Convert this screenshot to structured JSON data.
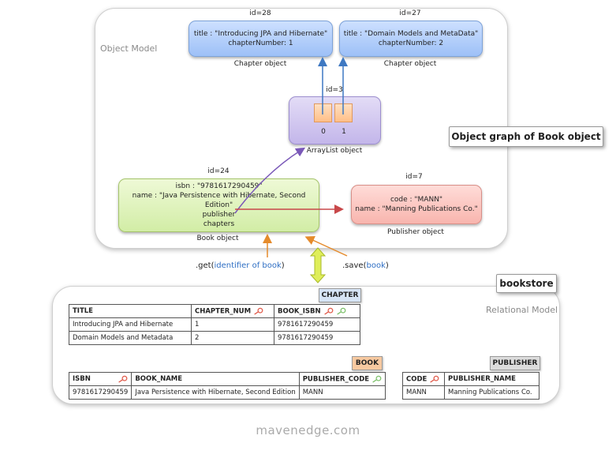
{
  "object_model": {
    "label": "Object Model",
    "chapter1": {
      "id": "id=28",
      "line1": "title : \"Introducing JPA and Hibernate\"",
      "line2": "chapterNumber: 1",
      "caption": "Chapter object"
    },
    "chapter2": {
      "id": "id=27",
      "line1": "title : \"Domain Models and MetaData\"",
      "line2": "chapterNumber: 2",
      "caption": "Chapter object"
    },
    "arraylist": {
      "id": "id=3",
      "index0": "0",
      "index1": "1",
      "caption": "ArrayList object"
    },
    "book": {
      "id": "id=24",
      "line1": "isbn : \"9781617290459\"",
      "line2": "name : \"Java Persistence with Hibernate, Second Edition\"",
      "line3": "publisher",
      "line4": "chapters",
      "caption": "Book object"
    },
    "publisher": {
      "id": "id=7",
      "line1": "code : \"MANN\"",
      "line2": "name : \"Manning Publications Co.\"",
      "caption": "Publisher object"
    },
    "callout": "Object graph of Book object"
  },
  "methods": {
    "get_prefix": ".get(",
    "get_arg": "identifier of book",
    "get_suffix": ")",
    "save_prefix": ".save(",
    "save_arg": "book",
    "save_suffix": ")"
  },
  "relational_model": {
    "label": "Relational Model",
    "callout": "bookstore",
    "chapter_table": {
      "name": "CHAPTER",
      "headers": [
        "TITLE",
        "CHAPTER_NUM",
        "BOOK_ISBN"
      ],
      "rows": [
        [
          "Introducing JPA and Hibernate",
          "1",
          "9781617290459"
        ],
        [
          "Domain Models and Metadata",
          "2",
          "9781617290459"
        ]
      ]
    },
    "book_table": {
      "name": "BOOK",
      "headers": [
        "ISBN",
        "BOOK_NAME",
        "PUBLISHER_CODE"
      ],
      "rows": [
        [
          "9781617290459",
          "Java Persistence with Hibernate, Second Edition",
          "MANN"
        ]
      ]
    },
    "publisher_table": {
      "name": "PUBLISHER",
      "headers": [
        "CODE",
        "PUBLISHER_NAME"
      ],
      "rows": [
        [
          "MANN",
          "Manning Publications Co."
        ]
      ]
    }
  },
  "watermark": "mavenedge.com",
  "colors": {
    "primary_key": "#e05a4a",
    "foreign_key": "#7cc06a",
    "arrow_blue": "#3e78c2",
    "arrow_purple": "#7a58b8",
    "arrow_red": "#c8484a",
    "arrow_orange": "#e58b2c",
    "arrow_double": "#d8e84a"
  }
}
